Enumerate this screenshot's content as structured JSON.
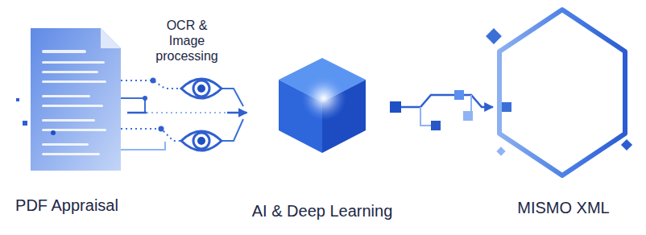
{
  "diagram": {
    "nodes": [
      {
        "text": [
          "PDF Appraisal"
        ]
      },
      {
        "text": [
          "OCR & Image processing"
        ]
      },
      {
        "text": [
          "AI & Deep Learning"
        ]
      },
      {
        "text": [
          "MISMO XML"
        ]
      }
    ],
    "edges": [
      {
        "from": 0,
        "to": 1,
        "arrow": "none"
      },
      {
        "from": 1,
        "to": 2,
        "arrow": "to"
      },
      {
        "from": 2,
        "to": 3,
        "arrow": "to"
      }
    ]
  }
}
